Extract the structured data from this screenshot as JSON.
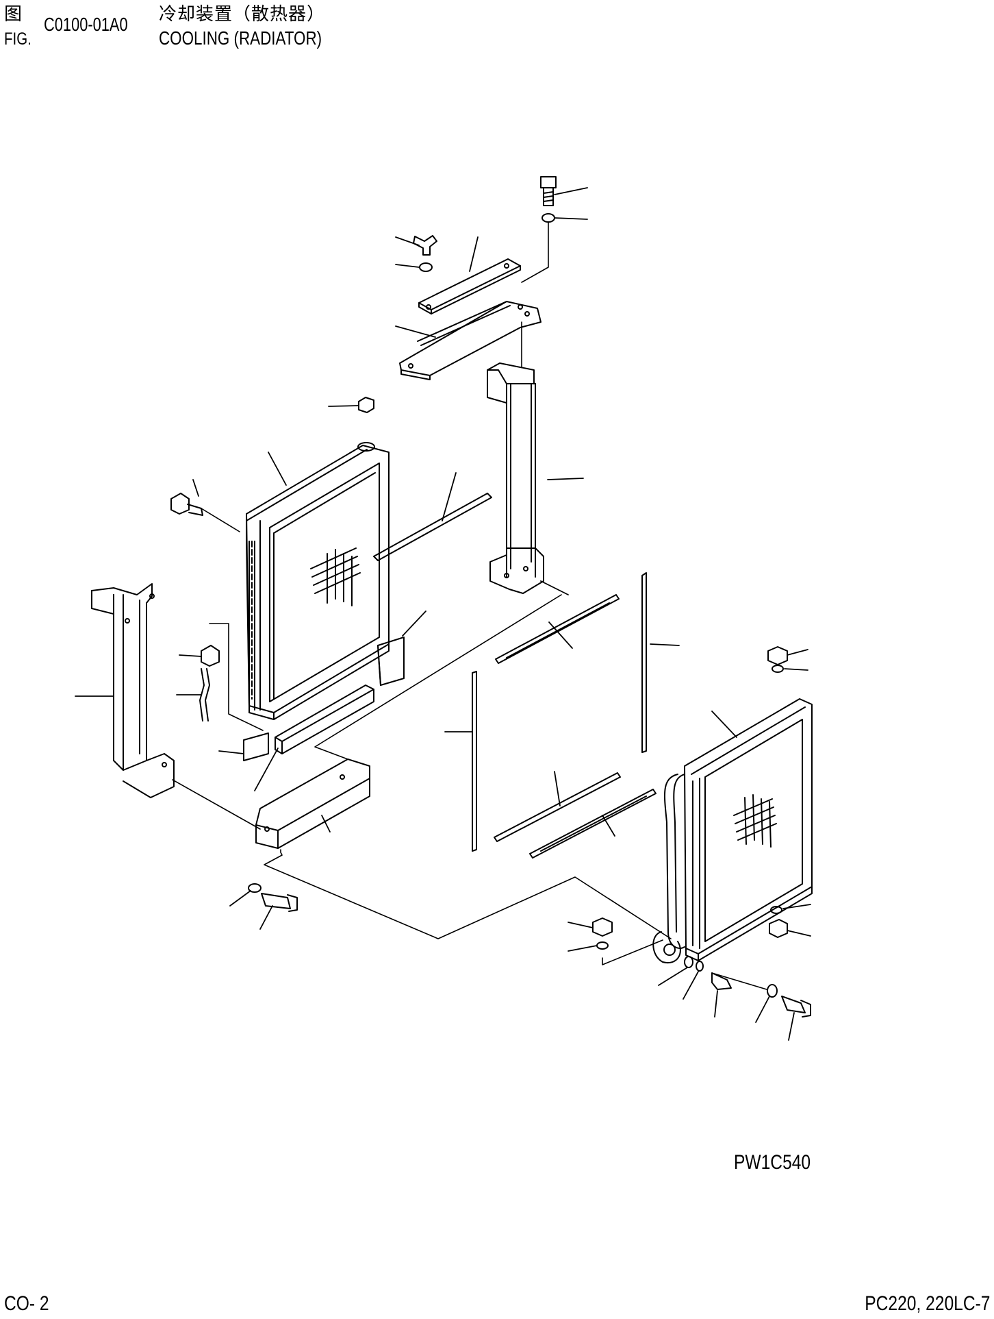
{
  "header": {
    "fig_label_cn": "图",
    "fig_label_en": "FIG.",
    "figure_number": "C0100-01A0",
    "title_cn": "冷却装置（散热器）",
    "title_en": "COOLING (RADIATOR)"
  },
  "drawing_code": "PW1C540",
  "footer": {
    "page": "CO- 2",
    "model": "PC220, 220LC-7"
  }
}
